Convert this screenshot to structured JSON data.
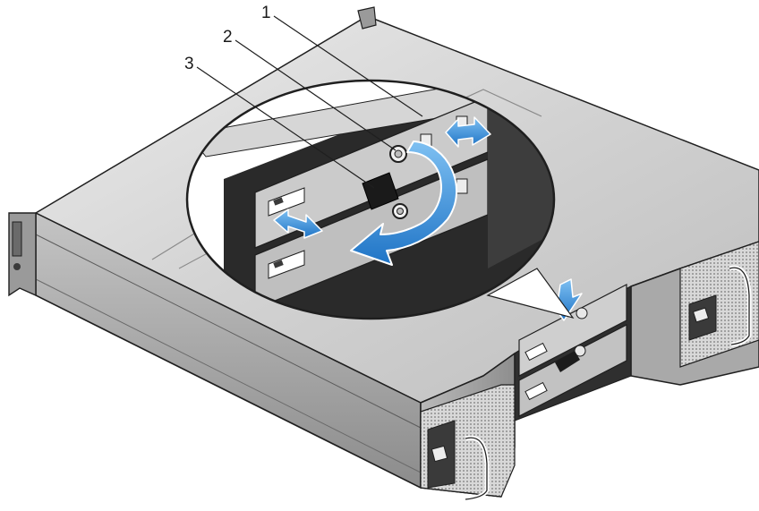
{
  "figure": {
    "callouts": [
      {
        "number": "1"
      },
      {
        "number": "2"
      },
      {
        "number": "3"
      }
    ]
  },
  "colors": {
    "arrow_blue": "#2e86d6",
    "arrow_blue_light": "#6fb3ec",
    "chassis_top": "#d4d4d4",
    "chassis_side": "#9e9e9e",
    "chassis_dark": "#3a3a3a",
    "outline": "#1f1f1f"
  },
  "icons": {
    "power_supply_left": "power-supply-icon",
    "power_supply_right": "power-supply-icon",
    "rack_ear_left": "rack-ear-icon",
    "rack_ear_right": "rack-ear-icon"
  }
}
